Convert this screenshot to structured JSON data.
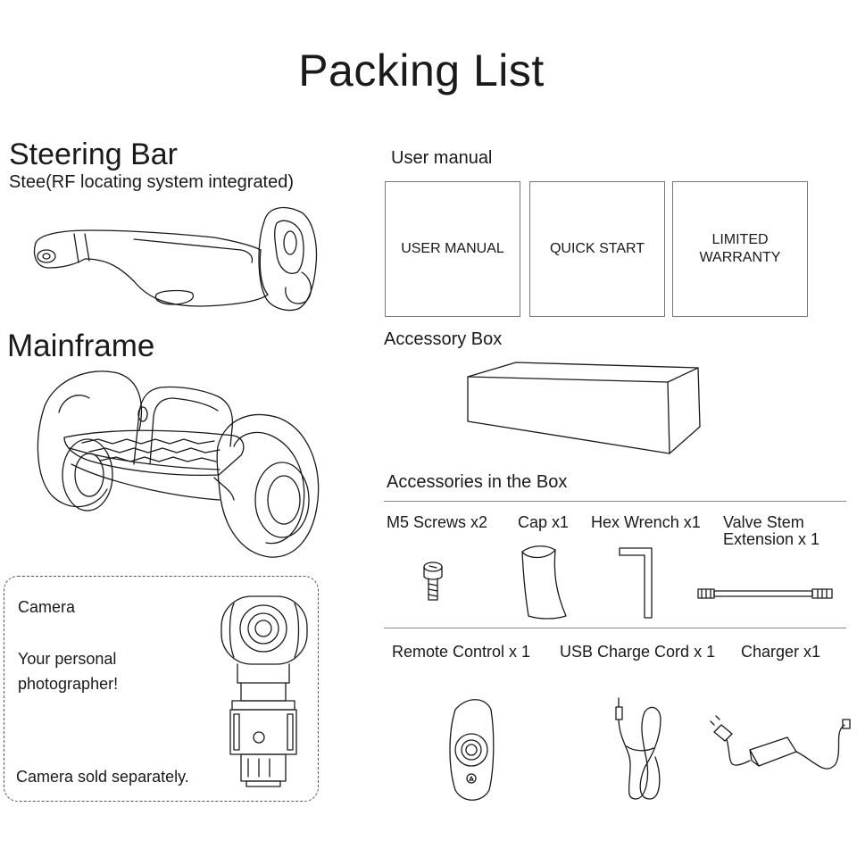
{
  "page_title": "Packing List",
  "steering_bar": {
    "heading": "Steering Bar",
    "subheading": "Stee(RF locating system integrated)"
  },
  "mainframe": {
    "heading": "Mainframe"
  },
  "camera": {
    "title": "Camera",
    "tagline_line1": "Your personal",
    "tagline_line2": "photographer!",
    "note": "Camera sold separately."
  },
  "user_manual": {
    "heading": "User manual",
    "documents": [
      {
        "line1": "USER MANUAL",
        "line2": ""
      },
      {
        "line1": "QUICK START",
        "line2": ""
      },
      {
        "line1": "LIMITED",
        "line2": "WARRANTY"
      }
    ]
  },
  "accessory_box": {
    "heading": "Accessory Box"
  },
  "accessories": {
    "heading": "Accessories in the Box",
    "row1": [
      {
        "label": "M5 Screws x2",
        "icon": "screw-icon"
      },
      {
        "label": "Cap x1",
        "icon": "cap-icon"
      },
      {
        "label": "Hex Wrench x1",
        "icon": "hex-wrench-icon"
      },
      {
        "label_line1": "Valve Stem",
        "label_line2": "Extension x 1",
        "icon": "valve-stem-icon"
      }
    ],
    "row2": [
      {
        "label": "Remote Control x 1",
        "icon": "remote-control-icon"
      },
      {
        "label": "USB Charge Cord x 1",
        "icon": "usb-cord-icon"
      },
      {
        "label": "Charger x1",
        "icon": "charger-icon"
      }
    ]
  }
}
